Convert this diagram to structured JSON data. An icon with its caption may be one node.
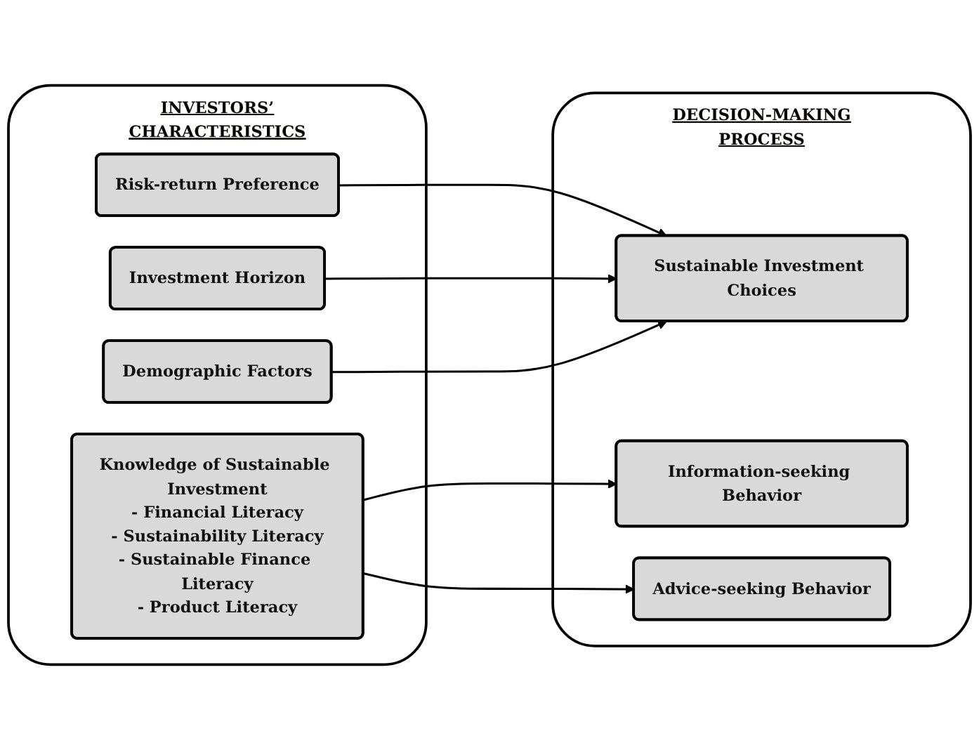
{
  "diagram": {
    "nodes": [
      {
        "text": [
          "INVESTORS’ CHARACTERISTICS"
        ]
      },
      {
        "text": [
          "Risk-return Preference"
        ],
        "in": 0
      },
      {
        "text": [
          "Investment Horizon"
        ],
        "in": 0
      },
      {
        "text": [
          "Demographic Factors"
        ],
        "in": 0
      },
      {
        "text": [
          "Knowledge of Sustainable Investment",
          "- Financial Literacy",
          "- Sustainability Literacy",
          "- Sustainable Finance Literacy",
          "- Product Literacy"
        ],
        "in": 0
      },
      {
        "text": [
          "DECISION-MAKING PROCESS"
        ]
      },
      {
        "text": [
          "Sustainable Investment Choices"
        ],
        "in": 5
      },
      {
        "text": [
          "Information-seeking Behavior"
        ],
        "in": 5
      },
      {
        "text": [
          "Advice-seeking Behavior"
        ],
        "in": 5
      }
    ],
    "edges": [
      {
        "from": 1,
        "to": 6,
        "arrow": "to"
      },
      {
        "from": 2,
        "to": 6,
        "arrow": "to"
      },
      {
        "from": 3,
        "to": 6,
        "arrow": "to"
      },
      {
        "from": 4,
        "to": 7,
        "arrow": "to"
      },
      {
        "from": 4,
        "to": 8,
        "arrow": "to"
      }
    ]
  }
}
